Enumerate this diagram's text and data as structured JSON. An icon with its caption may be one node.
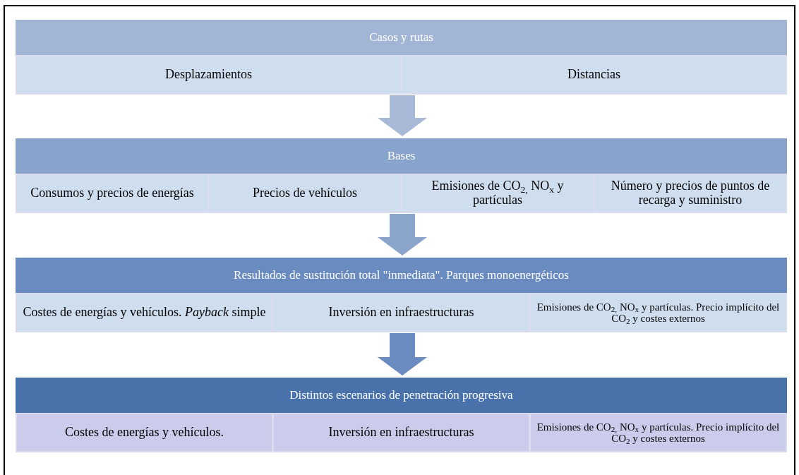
{
  "diagram": {
    "nodes": [
      {
        "text": [
          "Casos y rutas"
        ]
      },
      {
        "text": [
          "Desplazamientos"
        ],
        "in": 0
      },
      {
        "text": [
          "Distancias"
        ],
        "in": 0
      },
      {
        "text": [
          "Bases"
        ]
      },
      {
        "text": [
          "Consumos y precios de energías"
        ],
        "in": 3
      },
      {
        "text": [
          "Precios de vehículos"
        ],
        "in": 3
      },
      {
        "text": [
          "Emisiones de CO$_{2,}$ NO$_{x}$ y partículas"
        ],
        "in": 3
      },
      {
        "text": [
          "Número y precios de puntos de recarga y suministro"
        ],
        "in": 3
      },
      {
        "text": [
          "Resultados de sustitución total \"inmediata\". Parques monoenergéticos"
        ]
      },
      {
        "text": [
          "Costes de energías y vehículos. *Payback* simple"
        ],
        "in": 8
      },
      {
        "text": [
          "Inversión en infraestructuras"
        ],
        "in": 8
      },
      {
        "text": [
          "Emisiones de CO$_{2,}$ NO$_{x}$ y partículas. Precio implícito del CO$_{2}$ y costes externos"
        ],
        "in": 8
      },
      {
        "text": [
          "Distintos escenarios de penetración progresiva"
        ]
      },
      {
        "text": [
          "Costes de energías y vehículos."
        ],
        "in": 12
      },
      {
        "text": [
          "Inversión en infraestructuras"
        ],
        "in": 12
      },
      {
        "text": [
          "Emisiones de CO$_{2,}$ NO$_{x}$ y partículas. Precio implícito del CO$_{2}$ y costes externos"
        ],
        "in": 12
      }
    ],
    "edges": [
      {
        "from": 0,
        "to": 3,
        "arrow": "to",
        "color": "#a7b9d6"
      },
      {
        "from": 3,
        "to": 8,
        "arrow": "to",
        "color": "#8aa4cc"
      },
      {
        "from": 8,
        "to": 12,
        "arrow": "to",
        "color": "#6a8bbf"
      }
    ]
  }
}
